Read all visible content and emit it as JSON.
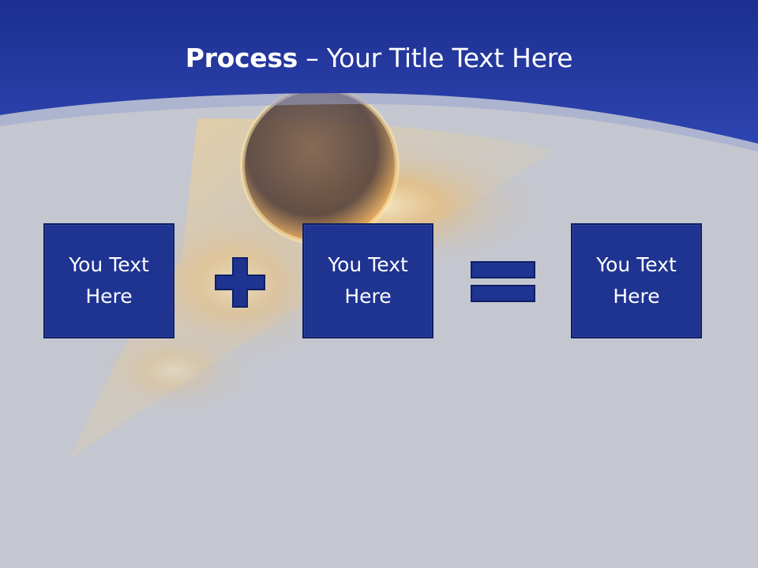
{
  "slide": {
    "title_bold": "Process",
    "title_rest": " – Your Title Text Here"
  },
  "process": {
    "boxes": [
      {
        "line1": "You Text",
        "line2": "Here"
      },
      {
        "line1": "You Text",
        "line2": "Here"
      },
      {
        "line1": "You Text",
        "line2": "Here"
      }
    ],
    "operators": [
      "plus-icon",
      "equals-icon"
    ]
  },
  "colors": {
    "header_blue": "#2b3fa8",
    "box_fill": "#1f3391",
    "box_border": "#0f1f66",
    "background_gray": "#c4c7cf",
    "text": "#ffffff"
  }
}
